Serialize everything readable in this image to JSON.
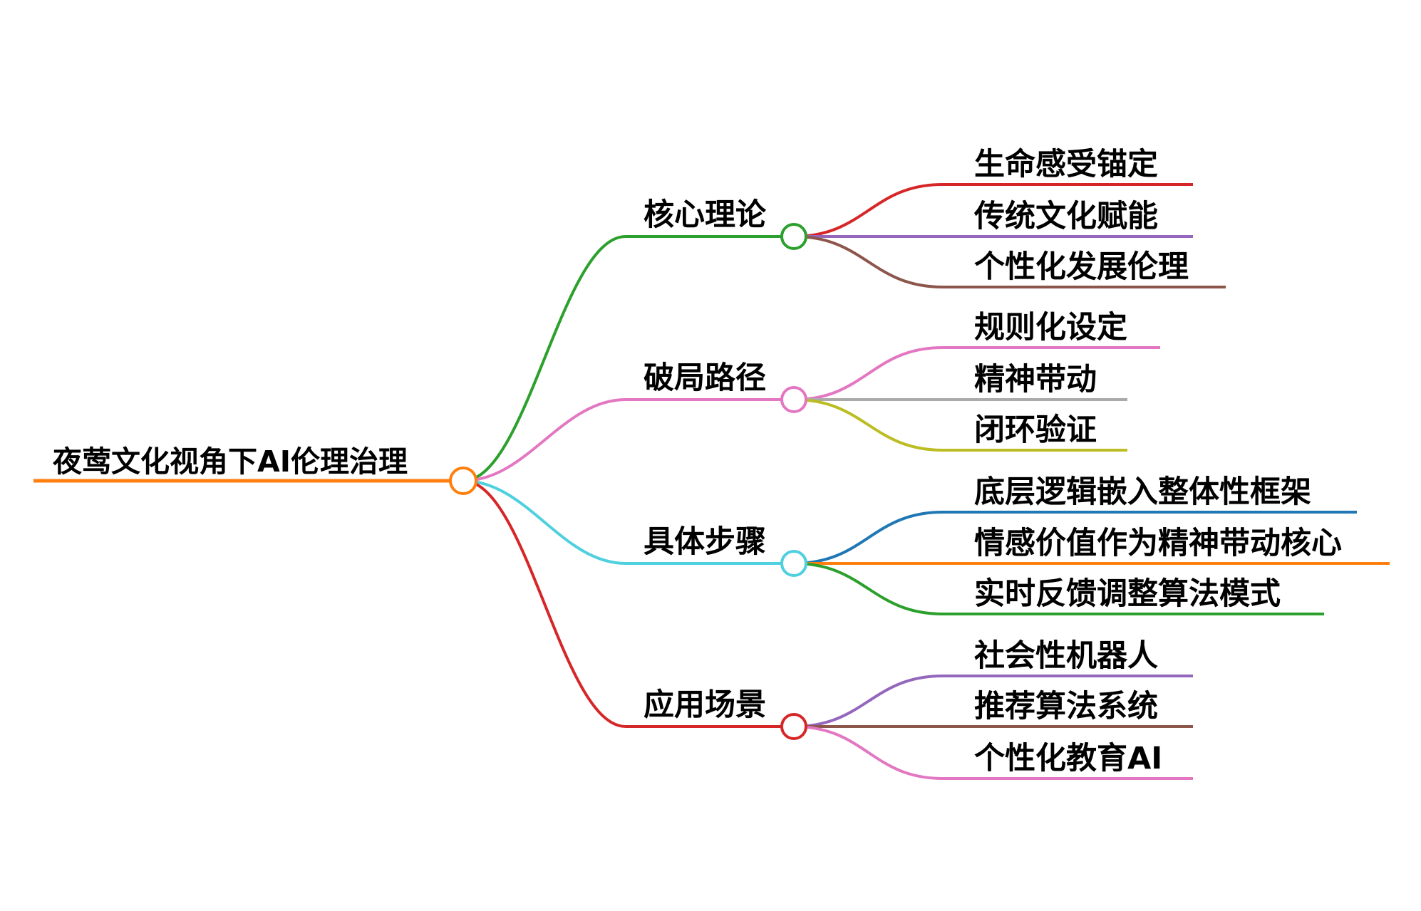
{
  "root": {
    "label": "夜莺文化视角下AI伦理治理",
    "color": "#ff7f0e"
  },
  "branches": [
    {
      "label": "核心理论",
      "color": "#2ca02c",
      "leaves": [
        {
          "label": "生命感受锚定",
          "color": "#d62728"
        },
        {
          "label": "传统文化赋能",
          "color": "#9467bd"
        },
        {
          "label": "个性化发展伦理",
          "color": "#8c564b"
        }
      ]
    },
    {
      "label": "破局路径",
      "color": "#e377c2",
      "leaves": [
        {
          "label": "规则化设定",
          "color": "#e377c2"
        },
        {
          "label": "精神带动",
          "color": "#aaaaaa"
        },
        {
          "label": "闭环验证",
          "color": "#bcbd22"
        }
      ]
    },
    {
      "label": "具体步骤",
      "color": "#4fd0df",
      "leaves": [
        {
          "label": "底层逻辑嵌入整体性框架",
          "color": "#1f77b4"
        },
        {
          "label": "情感价值作为精神带动核心",
          "color": "#ff7f0e"
        },
        {
          "label": "实时反馈调整算法模式",
          "color": "#2ca02c"
        }
      ]
    },
    {
      "label": "应用场景",
      "color": "#d62728",
      "leaves": [
        {
          "label": "社会性机器人",
          "color": "#9467bd"
        },
        {
          "label": "推荐算法系统",
          "color": "#8c564b"
        },
        {
          "label": "个性化教育AI",
          "color": "#e377c2"
        }
      ]
    }
  ]
}
